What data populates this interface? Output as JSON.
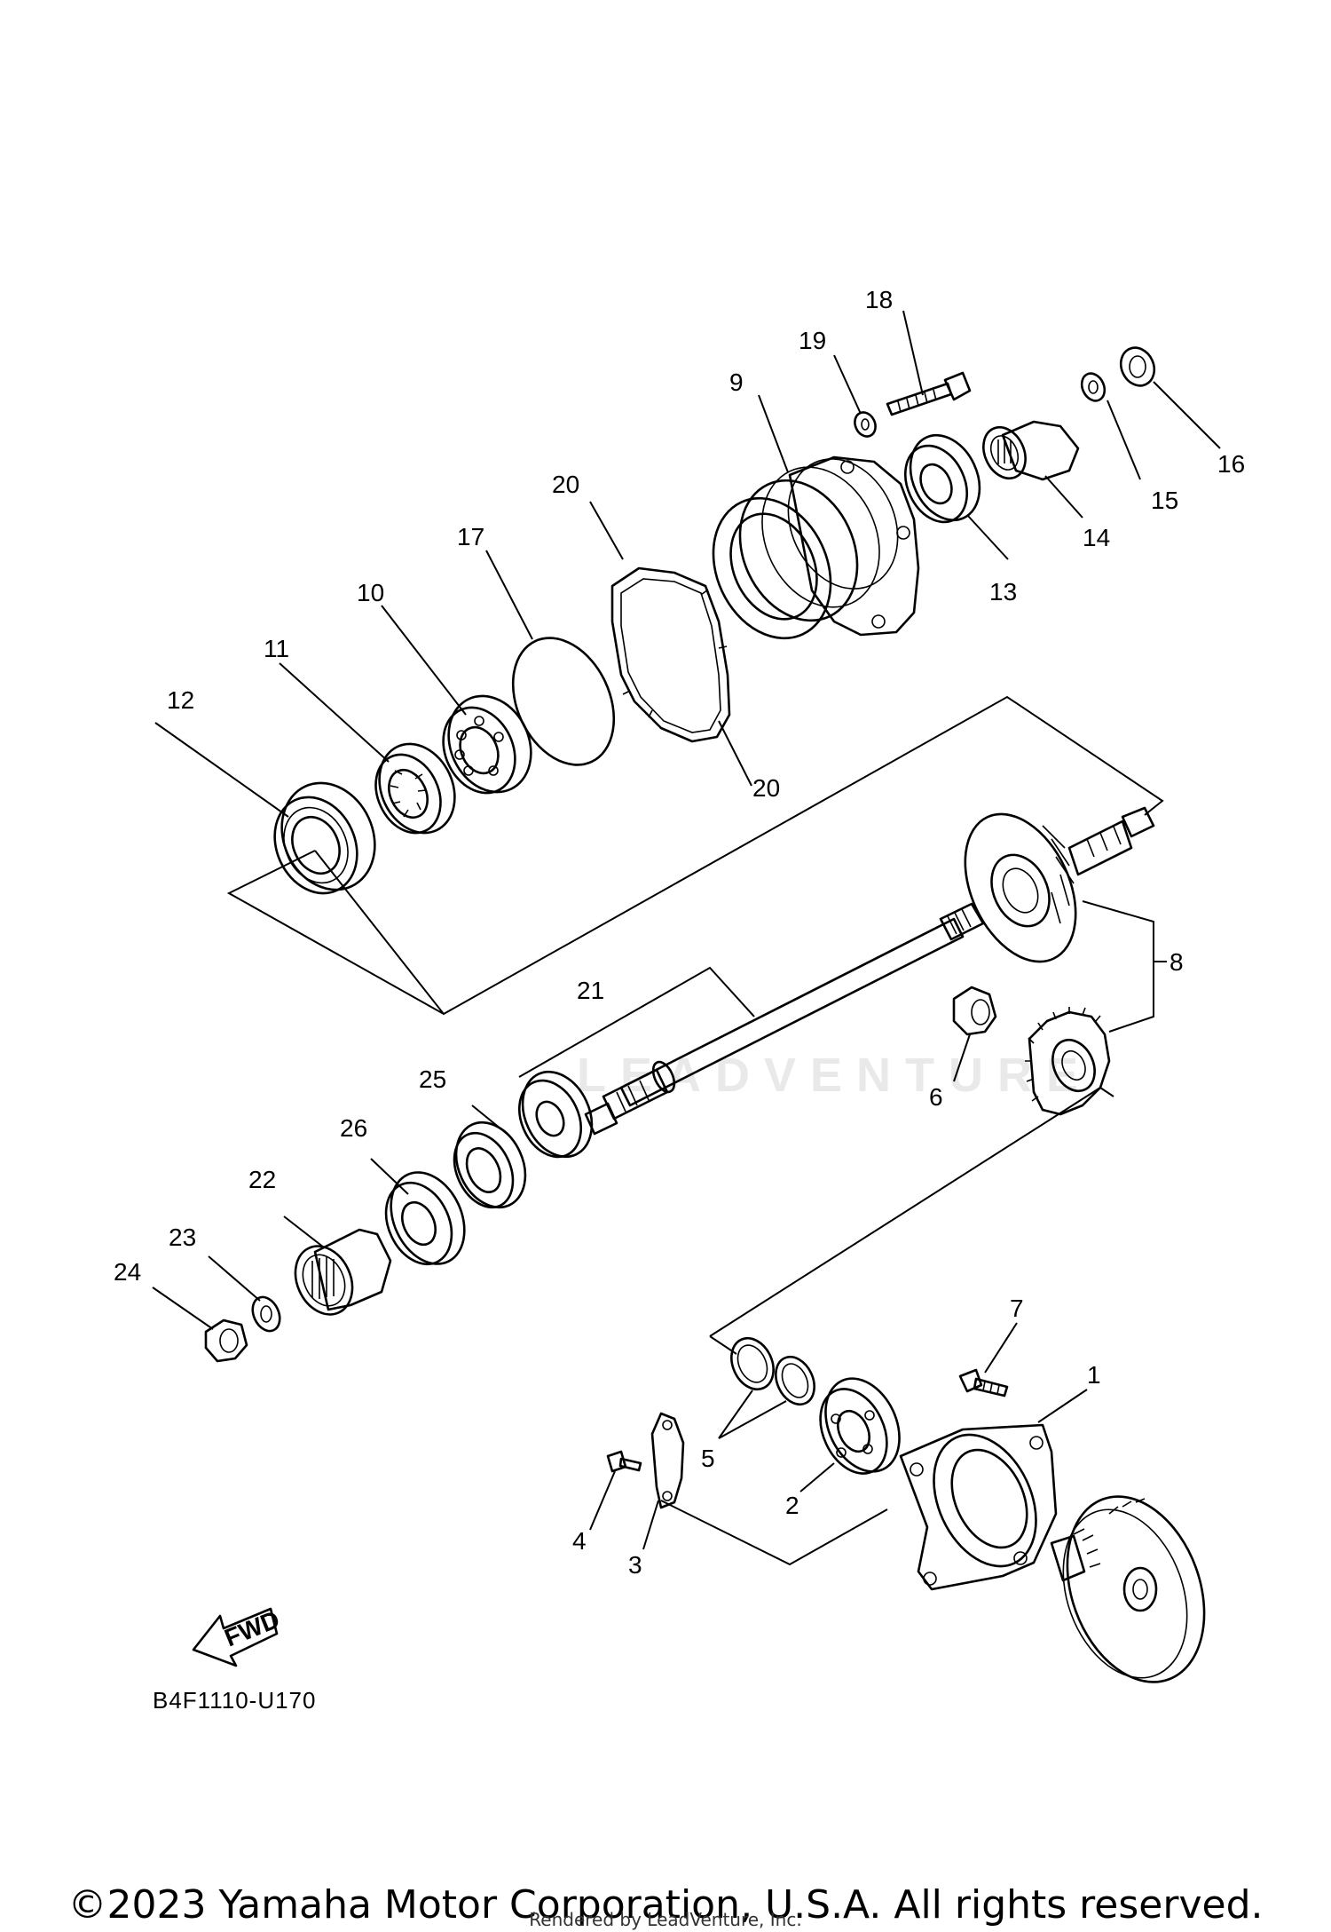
{
  "diagram": {
    "code": "B4F1110-U170",
    "fwd_label": "FWD",
    "watermark": "LEADVENTURE",
    "copyright": "©2023 Yamaha Motor Corporation, U.S.A. All rights reserved.",
    "rendered_by": "Rendered by LeadVenture, Inc."
  },
  "callouts": {
    "c1": "1",
    "c2": "2",
    "c3": "3",
    "c4": "4",
    "c5": "5",
    "c6": "6",
    "c7": "7",
    "c8": "8",
    "c9": "9",
    "c10": "10",
    "c11": "11",
    "c12": "12",
    "c13": "13",
    "c14": "14",
    "c15": "15",
    "c16": "16",
    "c17": "17",
    "c18": "18",
    "c19": "19",
    "c20a": "20",
    "c20b": "20",
    "c21": "21",
    "c22": "22",
    "c23": "23",
    "c24": "24",
    "c25": "25",
    "c26": "26"
  }
}
